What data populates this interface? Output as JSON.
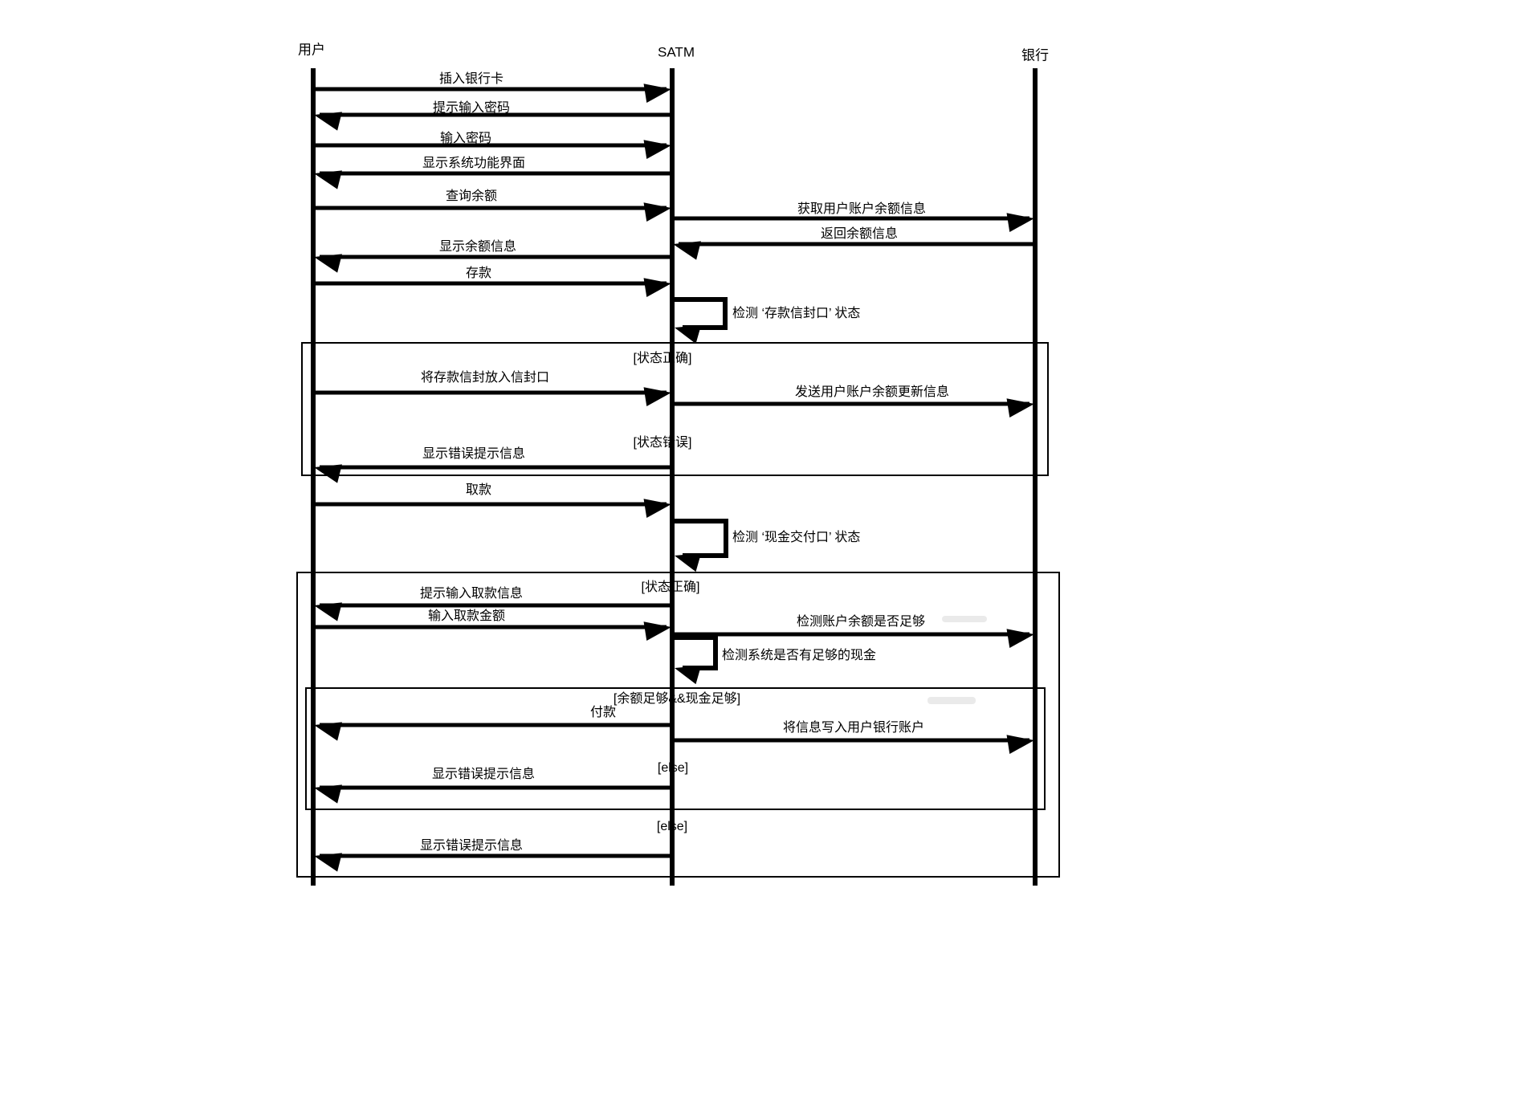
{
  "diagram_type": "uml-sequence-diagram",
  "colors": {
    "line": "#000000",
    "background": "#ffffff",
    "artifact_gray": "#d8d8d8"
  },
  "actors": {
    "user": "用户",
    "satm": "SATM",
    "bank": "银行"
  },
  "messages": {
    "insert_card": "插入银行卡",
    "prompt_password": "提示输入密码",
    "enter_password": "输入密码",
    "show_system_ui": "显示系统功能界面",
    "query_balance": "查询余额",
    "get_balance_info": "获取用户账户余额信息",
    "return_balance_info": "返回余额信息",
    "show_balance_info": "显示余额信息",
    "deposit": "存款",
    "check_envelope_slot": "检测 ‘存款信封口’ 状态",
    "put_envelope": "将存款信封放入信封口",
    "send_balance_update": "发送用户账户余额更新信息",
    "show_error_deposit": "显示错误提示信息",
    "withdraw": "取款",
    "check_cash_slot": "检测 ‘现金交付口’ 状态",
    "prompt_withdraw_info": "提示输入取款信息",
    "enter_withdraw_amount": "输入取款金额",
    "check_account_balance": "检测账户余额是否足够",
    "check_system_cash": "检测系统是否有足够的现金",
    "pay": "付款",
    "write_account_info": "将信息写入用户银行账户",
    "show_error_withdraw_inner": "显示错误提示信息",
    "show_error_withdraw_outer": "显示错误提示信息"
  },
  "guards": {
    "deposit_status_ok": "[状态正确]",
    "deposit_status_error": "[状态错误]",
    "withdraw_status_ok": "[状态正确]",
    "balance_and_cash_ok": "[余额足够&&现金足够]",
    "else_inner": "[else]",
    "else_outer": "[else]"
  }
}
